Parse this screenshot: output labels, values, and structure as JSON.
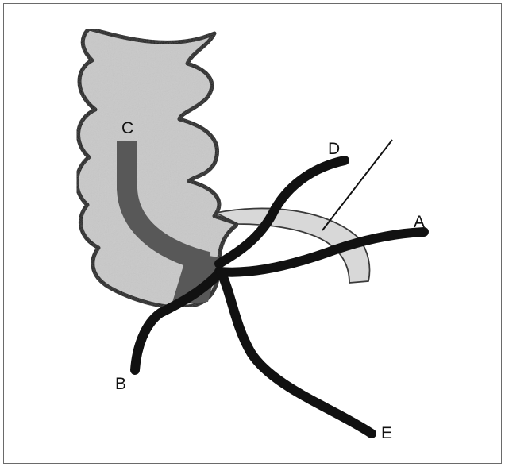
{
  "labels": {
    "a": "A",
    "b": "B",
    "c": "C",
    "d": "D",
    "e": "E"
  },
  "colors": {
    "frame": "#6a6a6a",
    "colon_fill": "#c9c9c9",
    "colon_outline": "#111111",
    "overlay": "#585858",
    "vessel": "#111111",
    "ligament_fill": "#d8d8d8",
    "pointer": "#111111",
    "text": "#111111"
  }
}
